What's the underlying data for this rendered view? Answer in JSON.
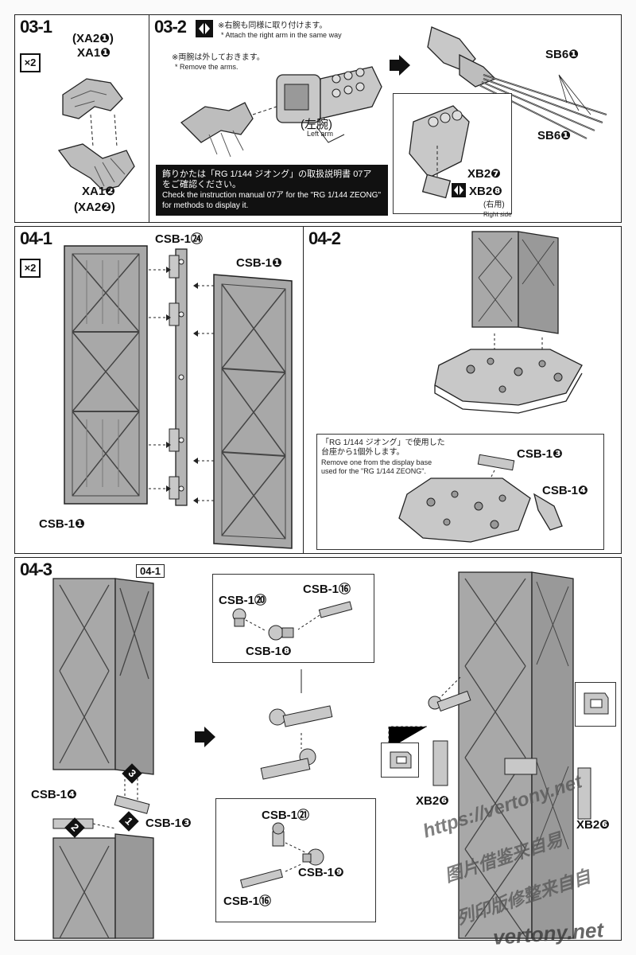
{
  "steps": {
    "s031": "03-1",
    "s032": "03-2",
    "s041": "04-1",
    "s042": "04-2",
    "s043": "04-3"
  },
  "x2": "×2",
  "step031": {
    "xa2_1": "(XA2❶)",
    "xa1_1": "XA1❶",
    "xa1_2": "XA1❷",
    "xa2_2": "(XA2❷)"
  },
  "step032": {
    "note1_jp": "※右腕も同様に取り付けます。",
    "note1_en": "* Attach the right arm in the same way",
    "note2_jp": "※両腕は外しておきます。",
    "note2_en": "* Remove the arms.",
    "left_arm_jp": "(左腕)",
    "left_arm_en": "Left arm",
    "box_jp1": "飾りかたは「RG 1/144 ジオング」の取扱説明書 07ア",
    "box_jp2": "をご確認ください。",
    "box_en1": "Check the instruction manual 07ア for the \"RG 1/144 ZEONG\"",
    "box_en2": "for methods to display it.",
    "sb6_1": "SB6❶",
    "sb6_2": "SB6❶",
    "xb2_7": "XB2❼",
    "xb2_8": "XB2❽",
    "right_use_jp": "(右用)",
    "right_side_en": "Right side"
  },
  "step041": {
    "csb24": "CSB-1㉔",
    "csb1_top": "CSB-1❶",
    "csb1_bottom": "CSB-1❶"
  },
  "step042": {
    "note_jp1": "「RG 1/144 ジオング」で使用した",
    "note_jp2": "台座から1個外します。",
    "note_en1": "Remove one from the display base",
    "note_en2": "used for the \"RG 1/144 ZEONG\".",
    "csb3": "CSB-1❸",
    "csb4": "CSB-1❹"
  },
  "step043": {
    "ref041": "04-1",
    "csb4": "CSB-1❹",
    "csb3": "CSB-1❸",
    "num1": "1",
    "num2": "2",
    "num3": "3",
    "csb20": "CSB-1⑳",
    "csb16_top": "CSB-1⑯",
    "csb8": "CSB-1❽",
    "csb21": "CSB-1㉑",
    "csb9": "CSB-1❾",
    "csb16_bottom": "CSB-1⑯",
    "xb26_left": "XB2❻",
    "xb26_right": "XB2❻"
  },
  "watermarks": {
    "w1": "https://vertony.net",
    "w2": "图片借鉴来自易",
    "w3": "列印版修整来自自",
    "w4": "vertony.net"
  },
  "colors": {
    "part": "#9a9a9a",
    "part_dark": "#6f6f6f",
    "line": "#222222"
  }
}
